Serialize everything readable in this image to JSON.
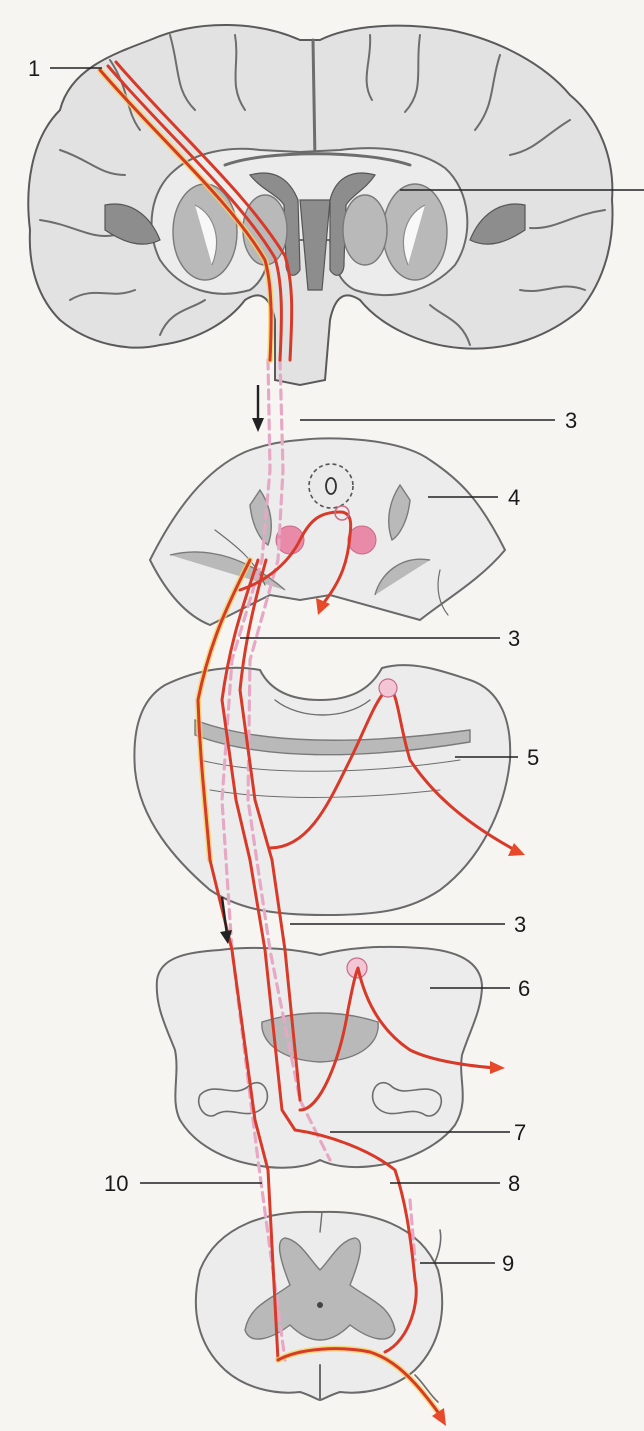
{
  "labels": {
    "l1": "1",
    "l3a": "3",
    "l4": "4",
    "l3b": "3",
    "l5": "5",
    "l3c": "3",
    "l6": "6",
    "l7": "7",
    "l10": "10",
    "l8": "8",
    "l9": "9"
  },
  "colors": {
    "tract": "#d83a2a",
    "tract_dashed": "#e6a8c4",
    "nucleus": "#e88aa8",
    "tissue": "#e2e2e2"
  }
}
